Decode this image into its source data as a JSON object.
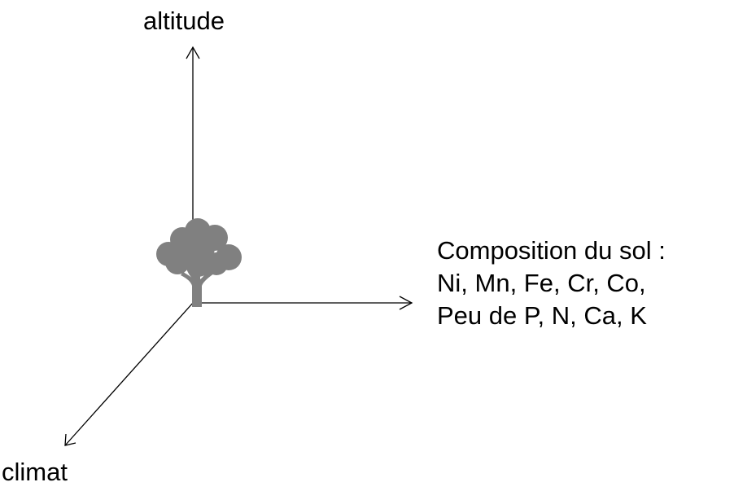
{
  "axes": {
    "vertical_label": "altitude",
    "diagonal_label": "climat",
    "horizontal_label_lines": [
      "Composition du sol :",
      "Ni, Mn, Fe, Cr, Co,",
      "Peu de P, N, Ca, K"
    ]
  },
  "colors": {
    "axis": "#000000",
    "tree": "#808080",
    "text": "#000000"
  },
  "icons": {
    "center": "tree-icon"
  }
}
